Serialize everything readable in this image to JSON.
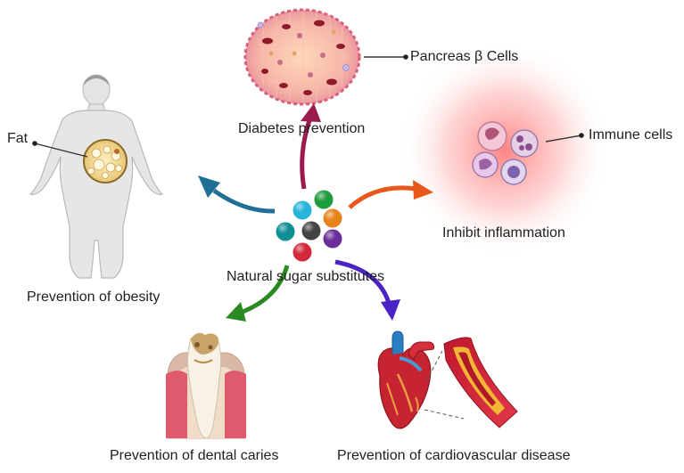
{
  "diagram": {
    "center": {
      "label": "Natural sugar substitutes",
      "ball_colors": [
        "#1f9c3c",
        "#27b4d9",
        "#e8831c",
        "#0f8f95",
        "#444444",
        "#6a2d9a",
        "#d3283a"
      ]
    },
    "outcomes": {
      "diabetes": {
        "label": "Diabetes prevention",
        "callout": "Pancreas β Cells",
        "arrow_color": "#9c1b4e"
      },
      "inflammation": {
        "label": "Inhibit inflammation",
        "callout": "Immune cells",
        "arrow_color": "#e8581c"
      },
      "obesity": {
        "label": "Prevention of obesity",
        "callout": "Fat",
        "arrow_color": "#1f6f96"
      },
      "caries": {
        "label": "Prevention of dental caries",
        "arrow_color": "#2c8a22"
      },
      "cardio": {
        "label": "Prevention of cardiovascular disease",
        "arrow_color": "#4b23c4"
      }
    }
  }
}
